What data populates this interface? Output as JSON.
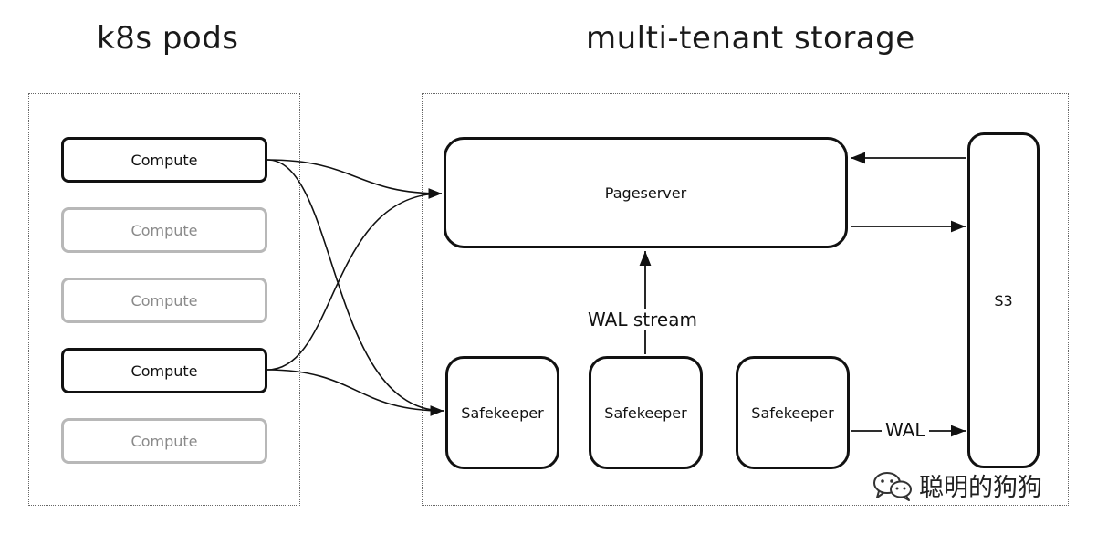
{
  "titles": {
    "left": "k8s pods",
    "right": "multi-tenant storage"
  },
  "pods": [
    {
      "label": "Compute",
      "state": "active"
    },
    {
      "label": "Compute",
      "state": "inactive"
    },
    {
      "label": "Compute",
      "state": "inactive"
    },
    {
      "label": "Compute",
      "state": "active"
    },
    {
      "label": "Compute",
      "state": "inactive"
    }
  ],
  "storage": {
    "pageserver": "Pageserver",
    "safekeepers": [
      "Safekeeper",
      "Safekeeper",
      "Safekeeper"
    ],
    "s3": "S3"
  },
  "edges": {
    "wal_stream": "WAL stream",
    "wal": "WAL"
  },
  "watermark": {
    "text": "聪明的狗狗",
    "icon": "wechat-icon"
  },
  "colors": {
    "line": "#111111",
    "inactive_border": "#b8b8b8",
    "inactive_text": "#8a8a8a"
  }
}
